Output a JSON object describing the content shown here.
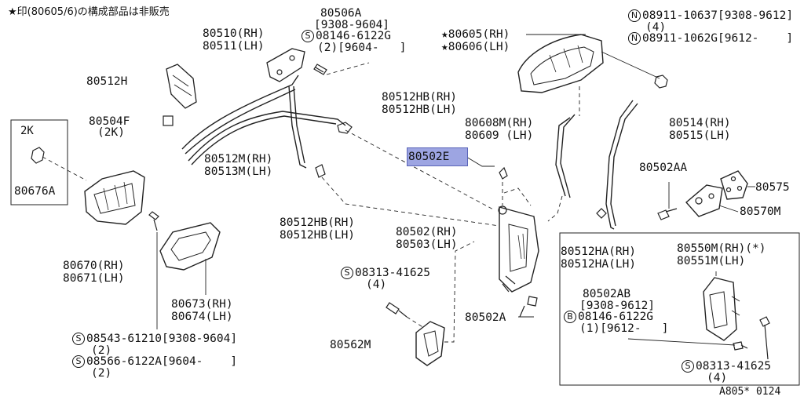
{
  "note": "★印(80605/6)の構成部品は非販売",
  "footer": "A805* 0124",
  "highlighted_part": "80502E",
  "inset_2k": {
    "title": "2K",
    "part": "80676A"
  },
  "labels": {
    "l80506a": "80506A",
    "l9308_9604": "[9308-9604]",
    "l08146_a": "08146-6122G",
    "l08146_a_sub": "(2)[9604-   ]",
    "l80510": "80510(RH)",
    "l80511": "80511(LH)",
    "l80512h": "80512H",
    "l80504f": "80504F",
    "l80504f_sub": "(2K)",
    "l80512m": "80512M(RH)",
    "l80513m": "80513M(LH)",
    "l80512hb_1": "80512HB(RH)",
    "l80512hb_1b": "80512HB(LH)",
    "l80512hb_2": "80512HB(RH)",
    "l80512hb_2b": "80512HB(LH)",
    "l80605": "80605(RH)",
    "l80606": "80606(LH)",
    "l08911_a": "08911-10637[9308-9612]",
    "l08911_a_sub": "(4)",
    "l08911_b": "08911-1062G[9612-    ]",
    "l80608m": "80608M(RH)",
    "l80609": "80609 (LH)",
    "l80514": "80514(RH)",
    "l80515": "80515(LH)",
    "l80502aa": "80502AA",
    "l80575": "80575",
    "l80570m": "80570M",
    "l80502": "80502(RH)",
    "l80503": "80503(LH)",
    "l80512ha": "80512HA(RH)",
    "l80512ha_b": "80512HA(LH)",
    "l80550m": "80550M(RH)(*)",
    "l80551m": "80551M(LH)",
    "l80502ab": "80502AB",
    "l80502ab_sub": "[9308-9612]",
    "l08146_b": "08146-6122G",
    "l08146_b_sub": "(1)[9612-   ]",
    "l08313_a": "08313-41625",
    "l08313_a_sub": "(4)",
    "l08313_b": "08313-41625",
    "l08313_b_sub": "(4)",
    "l80562m": "80562M",
    "l80502a": "80502A",
    "l80670": "80670(RH)",
    "l80671": "80671(LH)",
    "l80673": "80673(RH)",
    "l80674": "80674(LH)",
    "l08543": "08543-61210[9308-9604]",
    "l08543_sub": "(2)",
    "l08566": "08566-6122A[9604-    ]",
    "l08566_sub": "(2)"
  },
  "symbols": {
    "s": "S",
    "n": "N",
    "b": "B",
    "star": "★"
  }
}
